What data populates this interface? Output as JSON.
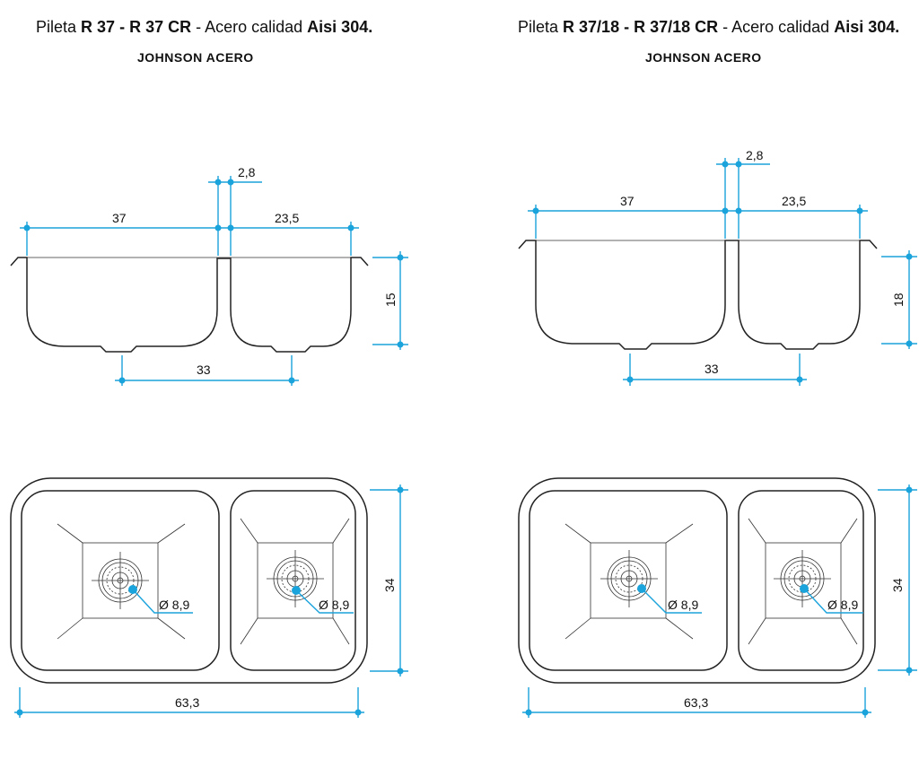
{
  "sheets": [
    {
      "title_prefix": "Pileta ",
      "title_model_a": "R 37",
      "title_sep1": " - ",
      "title_model_b": "R 37 CR",
      "title_mid": " - Acero calidad ",
      "title_grade": "Aisi 304.",
      "brand": "JOHNSON ACERO",
      "dims": {
        "left_width": "37",
        "divider": "2,8",
        "right_width": "23,5",
        "depth": "15",
        "drain_spacing": "33",
        "height": "34",
        "total_width": "63,3",
        "drain_left": "Ø 8,9",
        "drain_right": "Ø 8,9"
      }
    },
    {
      "title_prefix": "Pileta ",
      "title_model_a": "R 37/18",
      "title_sep1": " - ",
      "title_model_b": "R 37/18 CR",
      "title_mid": " - Acero calidad ",
      "title_grade": "Aisi 304.",
      "brand": "JOHNSON ACERO",
      "dims": {
        "left_width": "37",
        "divider": "2,8",
        "right_width": "23,5",
        "depth": "18",
        "drain_spacing": "33",
        "height": "34",
        "total_width": "63,3",
        "drain_left": "Ø 8,9",
        "drain_right": "Ø 8,9"
      }
    }
  ],
  "colors": {
    "dimension": "#1ba3dc",
    "outline": "#222222"
  }
}
